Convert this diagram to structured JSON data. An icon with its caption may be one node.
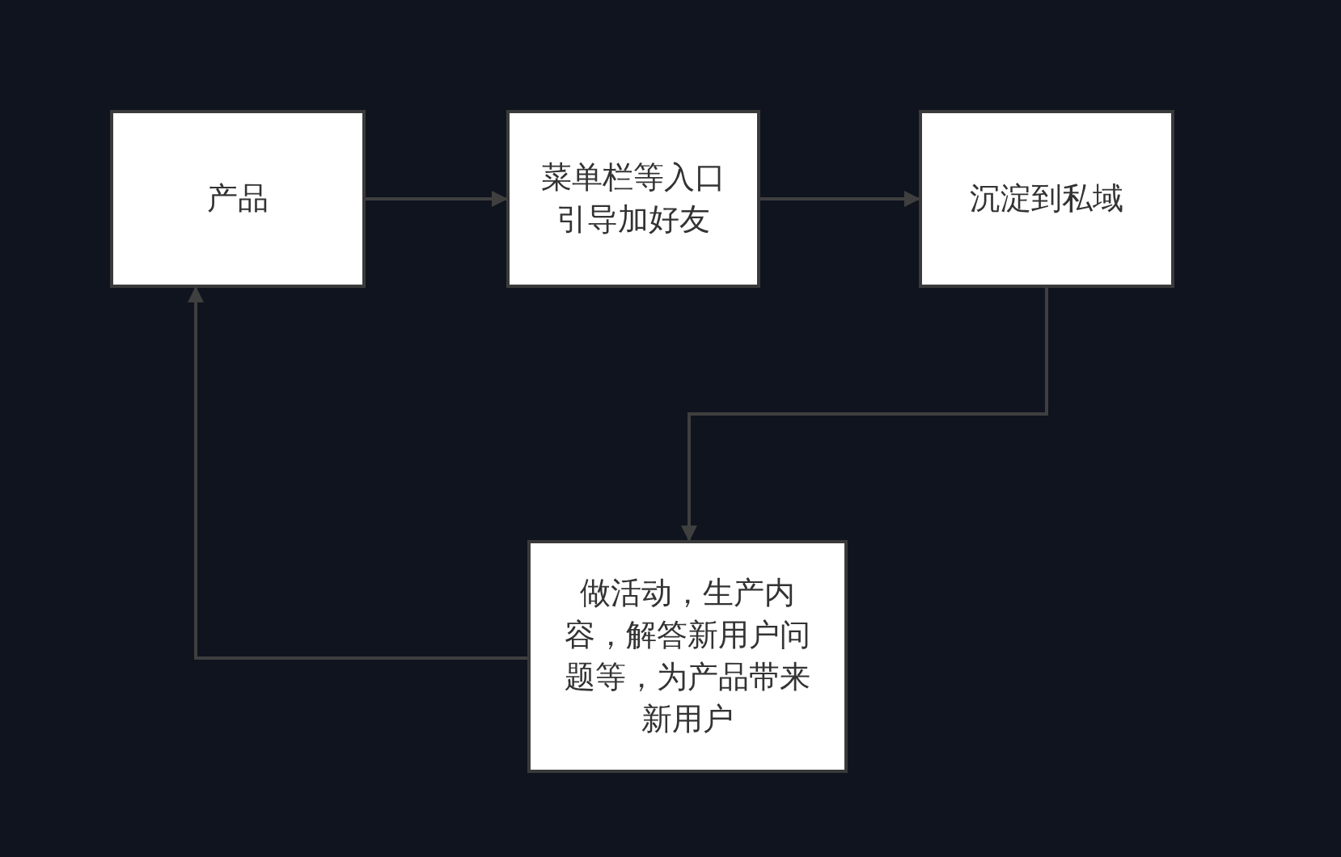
{
  "diagram": {
    "nodes": [
      {
        "text": [
          "产品"
        ]
      },
      {
        "text": [
          "菜单栏等入口引导加好友"
        ]
      },
      {
        "text": [
          "沉淀到私域"
        ]
      },
      {
        "text": [
          "做活动，生产内容，解答新用户问题等，为产品带来新用户"
        ]
      }
    ],
    "edges": [
      {
        "from": 0,
        "to": 1,
        "arrow": "to"
      },
      {
        "from": 1,
        "to": 2,
        "arrow": "to"
      },
      {
        "from": 2,
        "to": 3,
        "arrow": "to"
      },
      {
        "from": 3,
        "to": 0,
        "arrow": "to"
      }
    ]
  }
}
